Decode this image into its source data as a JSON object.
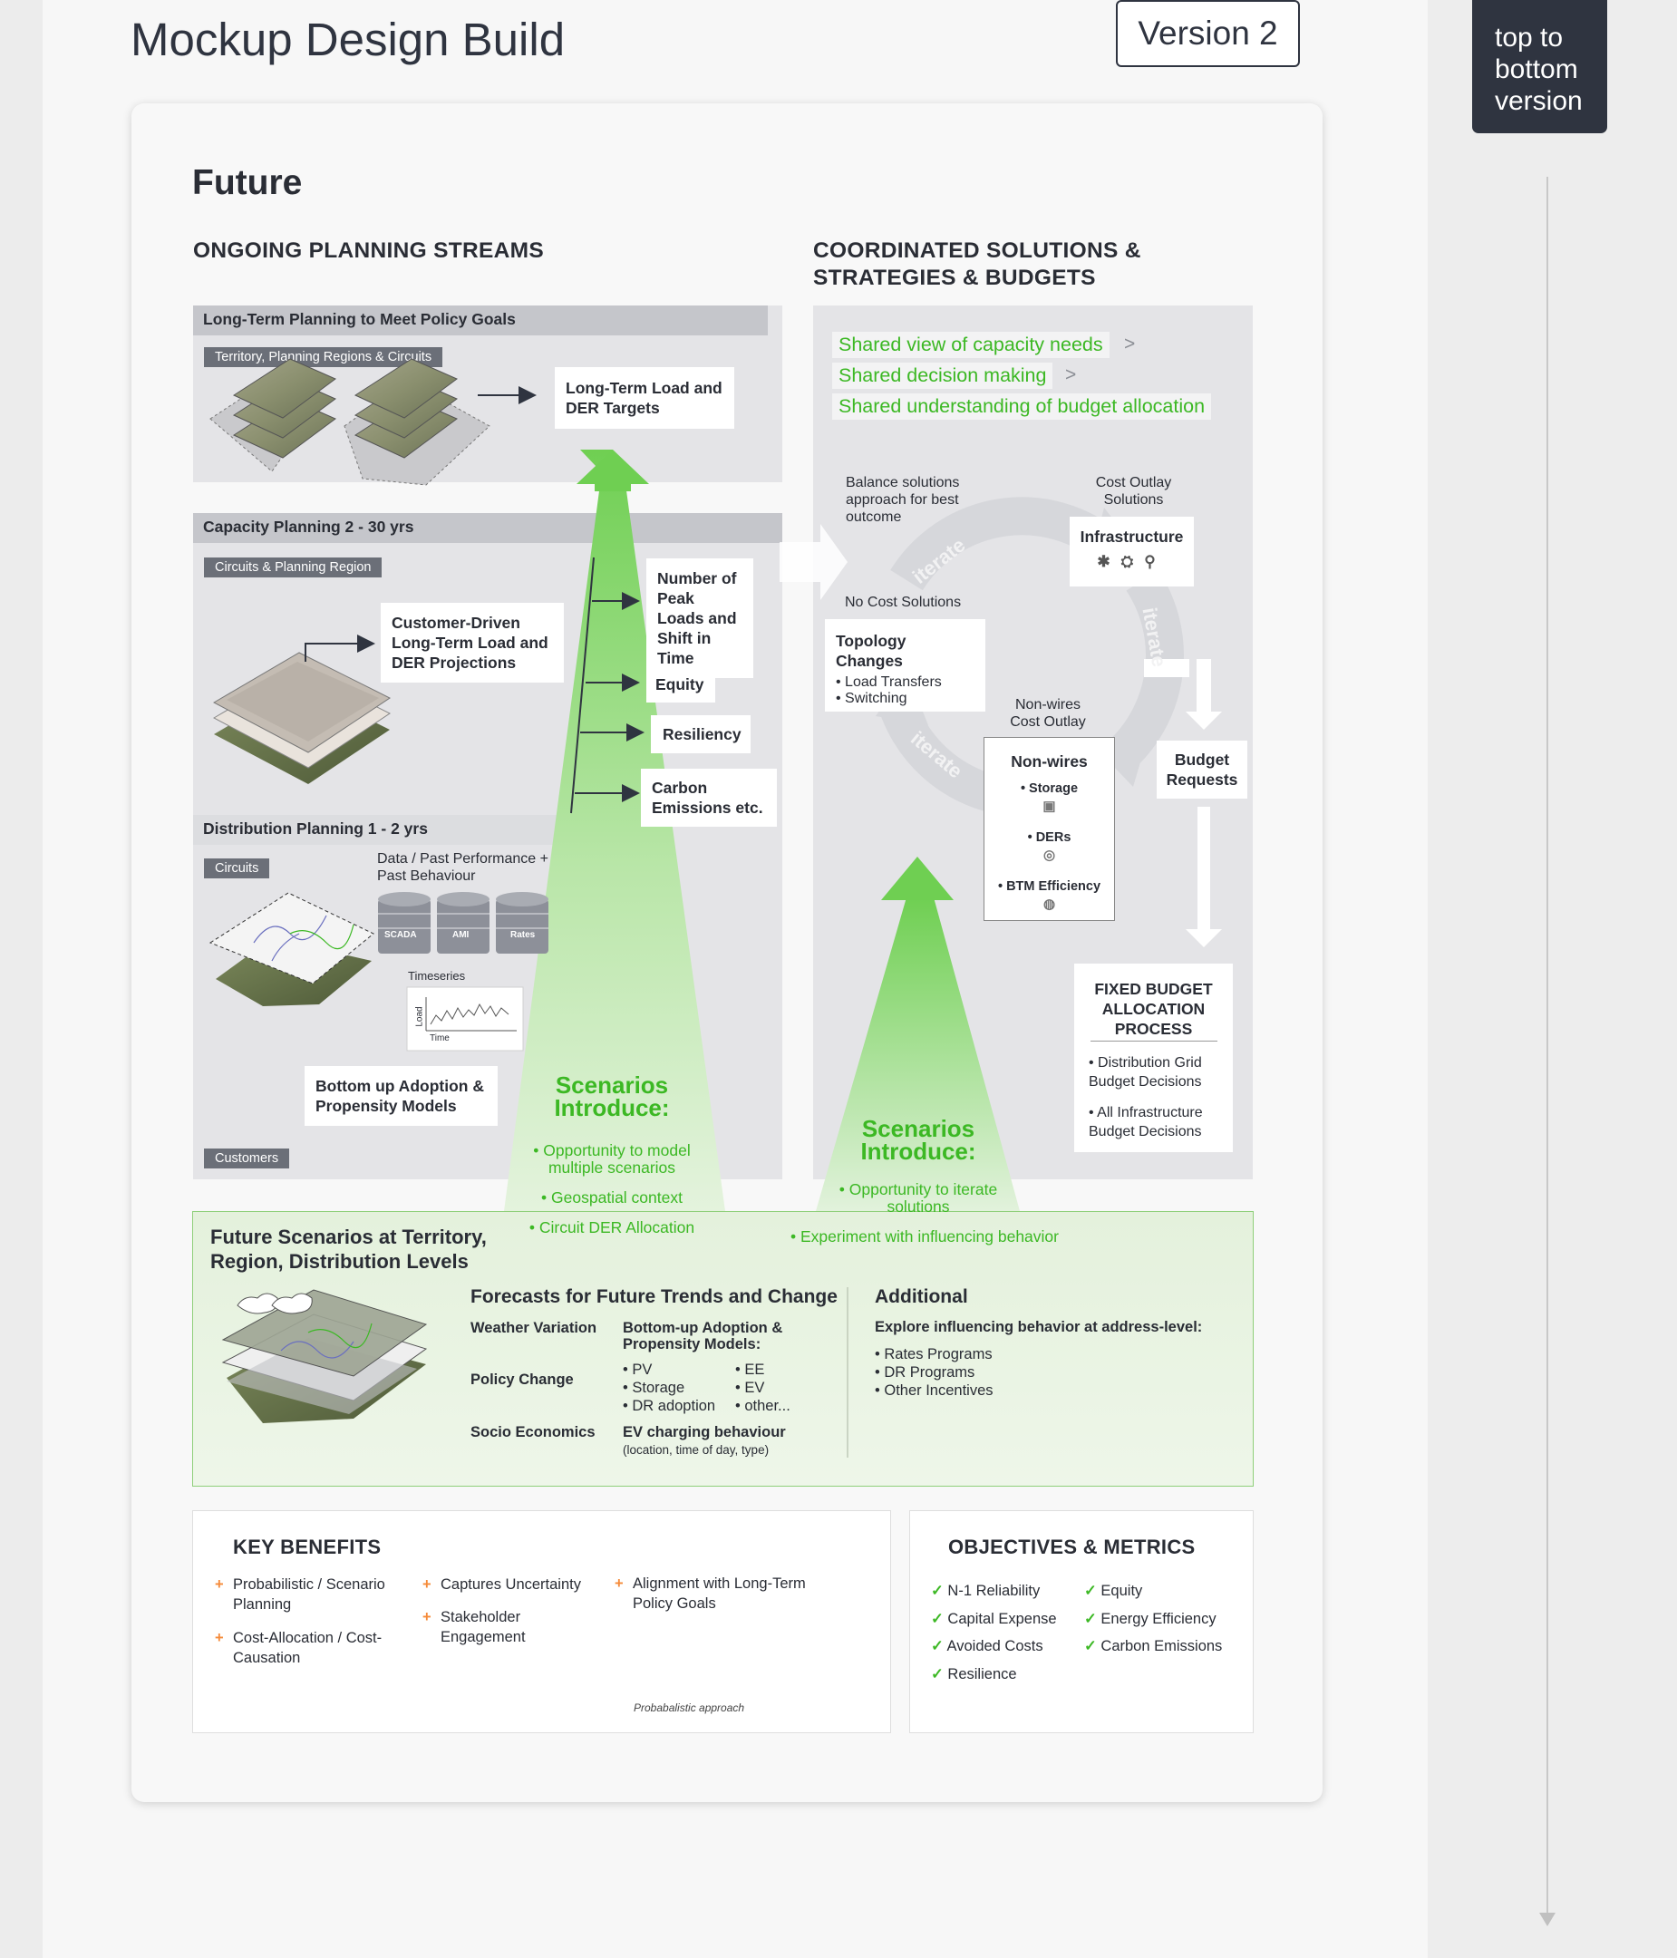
{
  "header": {
    "title": "Mockup Design Build",
    "version": "Version 2"
  },
  "sidebar": {
    "label": "top to bottom version"
  },
  "section": {
    "title": "Future"
  },
  "streams": {
    "heading": "ONGOING PLANNING STREAMS",
    "long_term": {
      "bar": "Long-Term Planning to Meet Policy Goals",
      "chip": "Territory, Planning Regions & Circuits",
      "target_box": "Long-Term Load and DER Targets"
    },
    "capacity": {
      "bar": "Capacity Planning 2 - 30 yrs",
      "chip": "Circuits & Planning Region",
      "projection_box": "Customer-Driven Long-Term Load and DER Projections",
      "outputs": [
        "Number of Peak Loads and Shift in Time",
        "Equity",
        "Resiliency",
        "Carbon Emissions etc."
      ]
    },
    "distribution": {
      "bar": "Distribution Planning 1 - 2 yrs",
      "chip": "Circuits",
      "data_label": "Data / Past Performance + Past Behaviour",
      "databases": [
        "SCADA",
        "AMI",
        "Rates"
      ],
      "timeseries_label": "Timeseries",
      "axis_y": "Load",
      "axis_x": "Time",
      "models_box": "Bottom up Adoption & Propensity Models",
      "customers_chip": "Customers"
    },
    "scenarios": {
      "title": "Scenarios Introduce:",
      "bullets": [
        "• Opportunity to model multiple scenarios",
        "• Geospatial context",
        "• Circuit DER Allocation"
      ]
    }
  },
  "coordinated": {
    "heading": "COORDINATED SOLUTIONS & STRATEGIES & BUDGETS",
    "highlights": [
      "Shared view of capacity needs",
      "Shared decision making",
      "Shared understanding of budget allocation"
    ],
    "gt": ">",
    "balance_label": "Balance solutions approach for best outcome",
    "cost_outlay_label": "Cost Outlay Solutions",
    "infrastructure_box": "Infrastructure",
    "no_cost_label": "No Cost Solutions",
    "topology_box": {
      "title": "Topology Changes",
      "items": [
        "• Load Transfers",
        "• Switching"
      ]
    },
    "nonwires_label": "Non-wires Cost Outlay",
    "nonwires_box": {
      "title": "Non-wires",
      "items": [
        "• Storage",
        "• DERs",
        "• BTM Efficiency"
      ]
    },
    "budget_requests_box": "Budget Requests",
    "iterate_label": "iterate",
    "fixed_budget": {
      "title": "FIXED BUDGET ALLOCATION PROCESS",
      "items": [
        "• Distribution Grid Budget Decisions",
        "• All Infrastructure Budget Decisions"
      ]
    },
    "scenarios": {
      "title": "Scenarios Introduce:",
      "bullets": [
        "• Opportunity to iterate solutions",
        "• Experiment with influencing behavior"
      ]
    }
  },
  "future_scenarios": {
    "title": "Future Scenarios at Territory, Region, Distribution Levels",
    "forecasts_heading": "Forecasts for Future Trends and Change",
    "drivers": [
      "Weather Variation",
      "Policy Change",
      "Socio Economics"
    ],
    "adoption_heading": "Bottom-up Adoption & Propensity Models:",
    "adoption_col1": [
      "• PV",
      "• Storage",
      "• DR adoption"
    ],
    "adoption_col2": [
      "• EE",
      "• EV",
      "• other..."
    ],
    "ev_heading": "EV charging behaviour",
    "ev_sub": "(location, time of day, type)",
    "additional_heading": "Additional",
    "additional_sub": "Explore influencing behavior at address-level:",
    "additional_items": [
      "• Rates Programs",
      "• DR Programs",
      "• Other Incentives"
    ]
  },
  "key_benefits": {
    "heading": "KEY BENEFITS",
    "items": [
      "Probabilistic / Scenario Planning",
      "Cost-Allocation / Cost-Causation",
      "Captures Uncertainty",
      "Stakeholder Engagement",
      "Alignment with Long-Term Policy Goals"
    ],
    "plus": "+",
    "curve_label": "Probabalistic approach"
  },
  "objectives": {
    "heading": "OBJECTIVES & METRICS",
    "col1": [
      "N-1 Reliability",
      "Capital Expense",
      "Avoided Costs",
      "Resilience"
    ],
    "col2": [
      "Equity",
      "Energy Efficiency",
      "Carbon Emissions"
    ],
    "check": "✓"
  },
  "colors": {
    "accent_green": "#3cb824",
    "dark": "#2f3440",
    "plus_orange": "#f58b3a"
  }
}
